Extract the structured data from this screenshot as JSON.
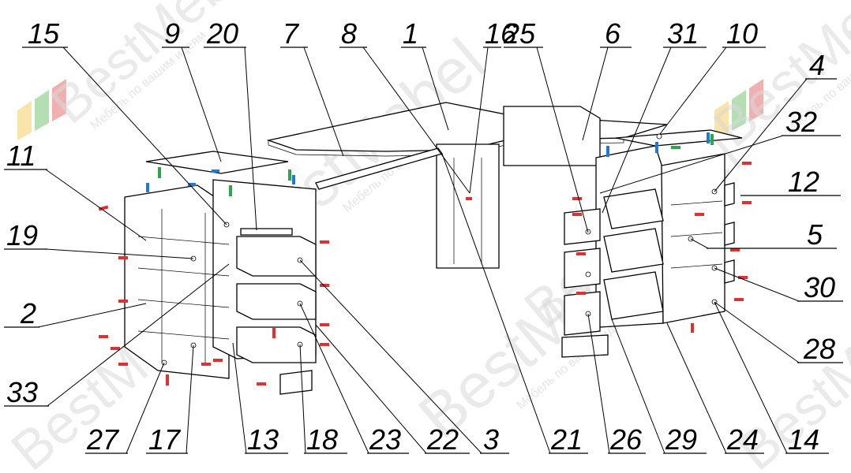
{
  "watermark": {
    "brand": "BestMebel",
    "tagline": "Мебель по вашим идеям"
  },
  "callouts": {
    "c15": "15",
    "c9": "9",
    "c20": "20",
    "c7": "7",
    "c8": "8",
    "c1": "1",
    "c16": "16",
    "c25": "25",
    "c6": "6",
    "c31": "31",
    "c10": "10",
    "c4": "4",
    "c32": "32",
    "c12": "12",
    "c5": "5",
    "c30": "30",
    "c28": "28",
    "c11": "11",
    "c19": "19",
    "c2": "2",
    "c33": "33",
    "c27": "27",
    "c17": "17",
    "c13": "13",
    "c18": "18",
    "c23": "23",
    "c22": "22",
    "c3": "3",
    "c21": "21",
    "c26": "26",
    "c29": "29",
    "c24": "24",
    "c14": "14"
  },
  "colors": {
    "line": "#000000",
    "screw": "#e03030",
    "dowel_blue": "#1f7ad6",
    "dowel_green": "#2ca64a",
    "watermark": "#d9d9d9"
  }
}
